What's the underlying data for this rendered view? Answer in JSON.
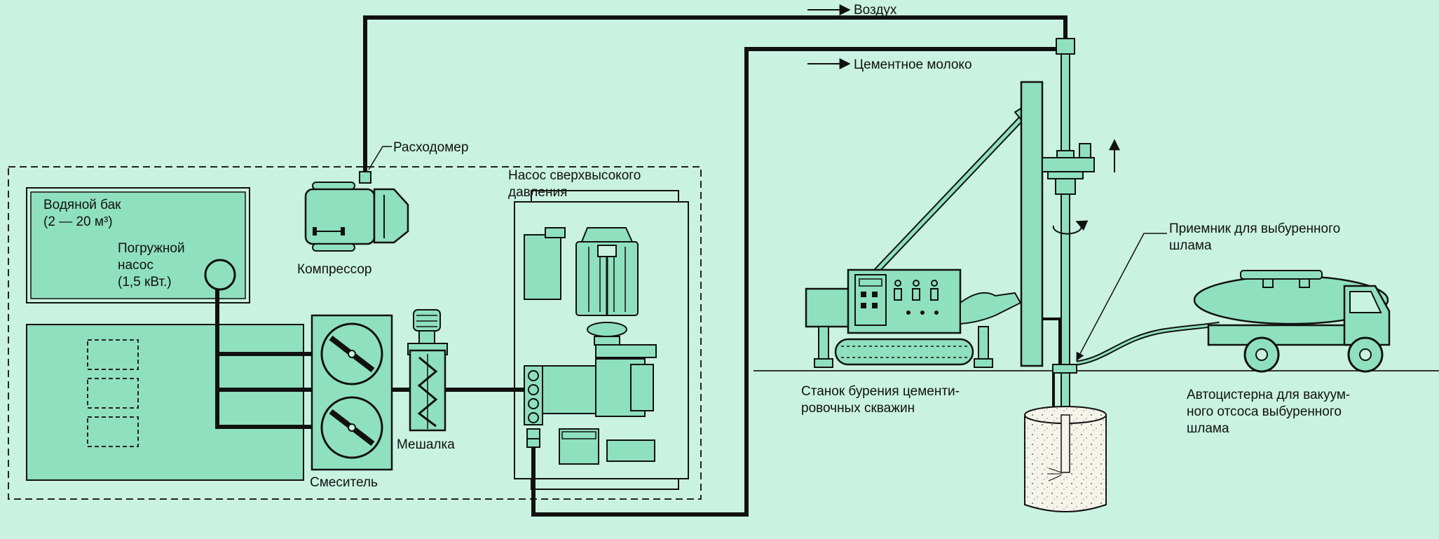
{
  "labels": {
    "air": "Воздух",
    "cement_milk": "Цементное молоко",
    "flowmeter": "Расходомер",
    "hp_pump_line1": "Насос сверхвысокого",
    "hp_pump_line2": "давления",
    "water_tank_line1": "Водяной бак",
    "water_tank_line2": "(2 — 20 м³)",
    "submersible_line1": "Погружной",
    "submersible_line2": "насос",
    "submersible_line3": "(1,5 кВт.)",
    "compressor": "Компрессор",
    "mixer": "Смеситель",
    "agitator": "Мешалка",
    "receiver_line1": "Приемник для выбуренного",
    "receiver_line2": "шлама",
    "rig_line1": "Станок бурения цементи-",
    "rig_line2": "ровочных скважин",
    "truck_line1": "Автоцистерна для вакуум-",
    "truck_line2": "ного отсоса выбуренного",
    "truck_line3": "шлама"
  },
  "colors": {
    "background": "#c9f2e1",
    "equipment": "#8fe0bf",
    "line": "#111111"
  }
}
